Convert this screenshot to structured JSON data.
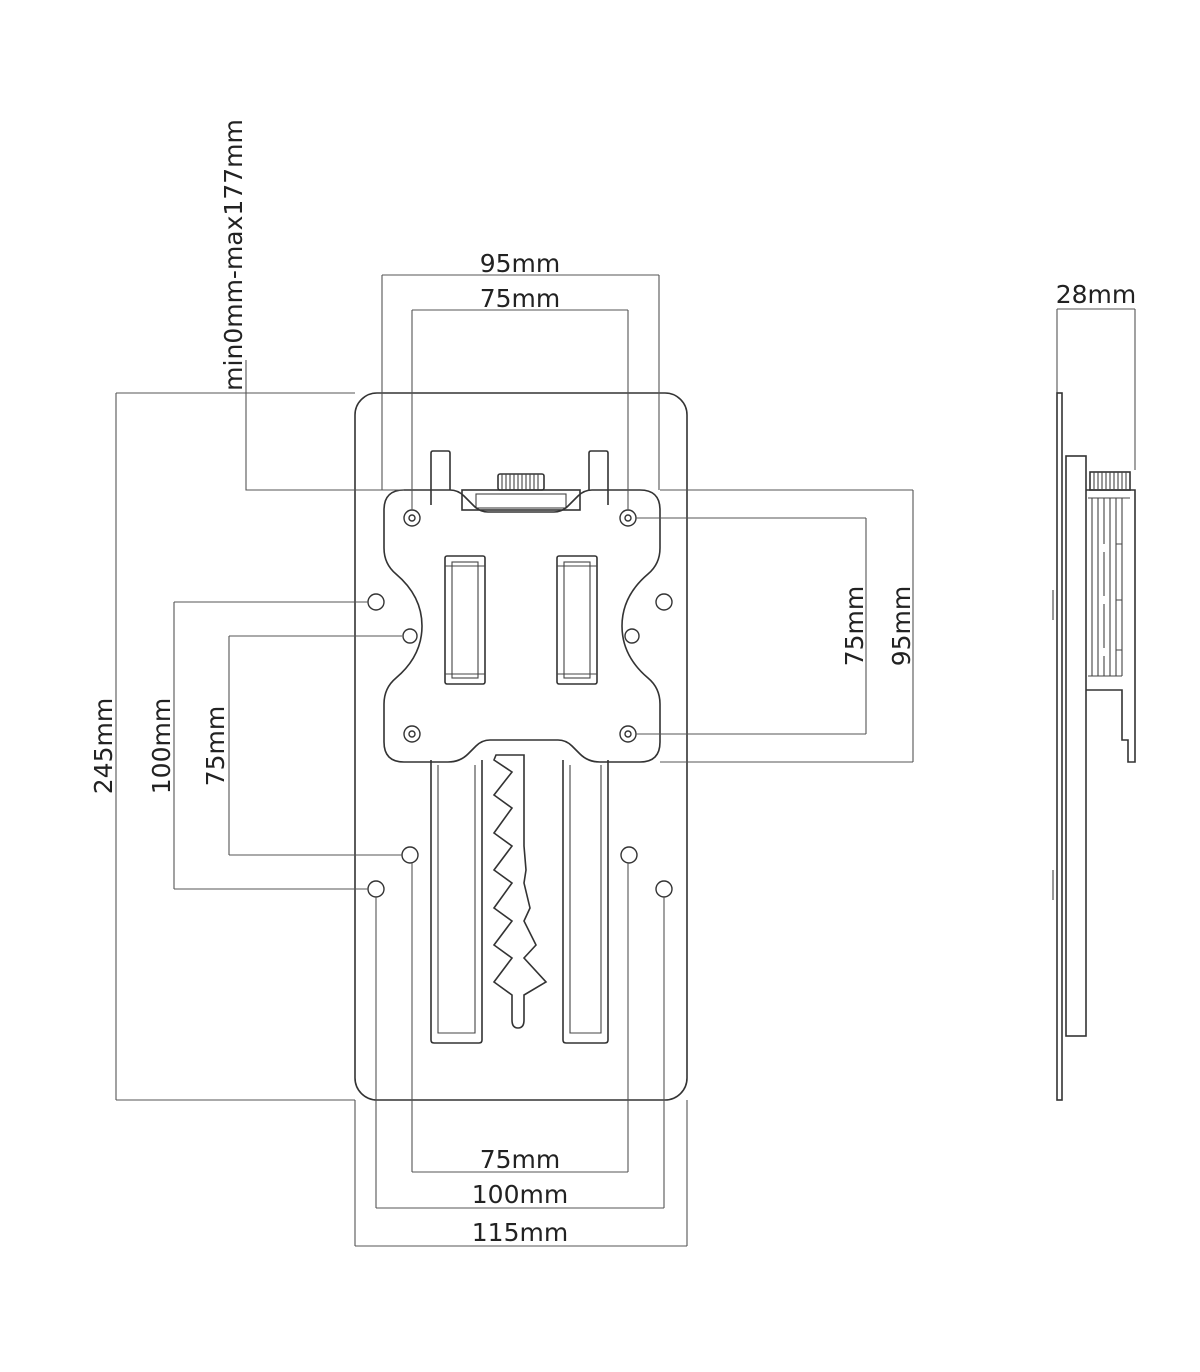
{
  "diagram": {
    "dimensions": {
      "top_outer_width": "95mm",
      "top_inner_width": "75mm",
      "offset_range": "min0mm-max177mm",
      "side_depth": "28mm",
      "right_inner_height": "75mm",
      "right_outer_height": "95mm",
      "overall_height": "245mm",
      "left_outer_height": "100mm",
      "left_inner_height": "75mm",
      "bottom_inner_width": "75mm",
      "bottom_middle_width": "100mm",
      "overall_width": "115mm"
    }
  },
  "colors": {
    "line": "#333333",
    "background": "#ffffff"
  }
}
